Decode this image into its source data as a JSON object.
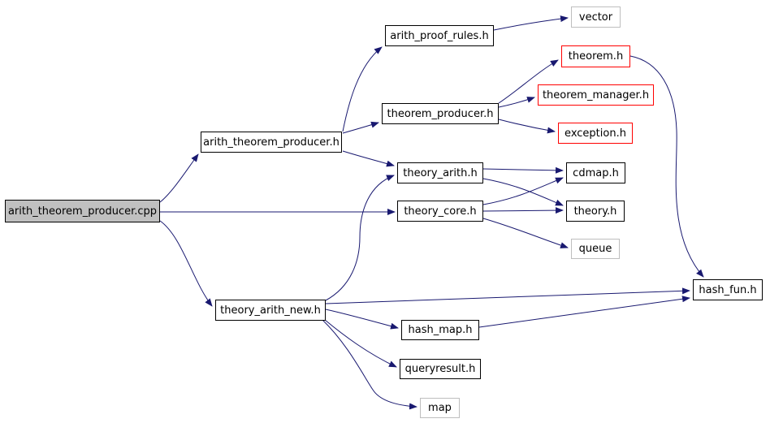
{
  "diagram": {
    "kind": "include-dependency-graph",
    "root_file": "arith_theorem_producer.cpp"
  },
  "colors": {
    "arrow": "#191970",
    "node_border": "#000000",
    "truncated_node_border": "#ff0000",
    "external_node_border": "#bebebe",
    "root_node_fill": "#c0c0c0",
    "background": "#ffffff",
    "text": "#000000"
  },
  "nodes": [
    {
      "id": "arith_theorem_producer_cpp",
      "label": "arith_theorem_producer.cpp",
      "kind": "root"
    },
    {
      "id": "arith_theorem_producer_h",
      "label": "arith_theorem_producer.h",
      "kind": "normal"
    },
    {
      "id": "arith_proof_rules_h",
      "label": "arith_proof_rules.h",
      "kind": "normal"
    },
    {
      "id": "vector",
      "label": "vector",
      "kind": "external"
    },
    {
      "id": "theorem_producer_h",
      "label": "theorem_producer.h",
      "kind": "normal"
    },
    {
      "id": "theorem_h",
      "label": "theorem.h",
      "kind": "truncated"
    },
    {
      "id": "theorem_manager_h",
      "label": "theorem_manager.h",
      "kind": "truncated"
    },
    {
      "id": "exception_h",
      "label": "exception.h",
      "kind": "truncated"
    },
    {
      "id": "theory_arith_h",
      "label": "theory_arith.h",
      "kind": "normal"
    },
    {
      "id": "cdmap_h",
      "label": "cdmap.h",
      "kind": "normal"
    },
    {
      "id": "theory_core_h",
      "label": "theory_core.h",
      "kind": "normal"
    },
    {
      "id": "theory_h",
      "label": "theory.h",
      "kind": "normal"
    },
    {
      "id": "queue",
      "label": "queue",
      "kind": "external"
    },
    {
      "id": "hash_fun_h",
      "label": "hash_fun.h",
      "kind": "normal"
    },
    {
      "id": "theory_arith_new_h",
      "label": "theory_arith_new.h",
      "kind": "normal"
    },
    {
      "id": "hash_map_h",
      "label": "hash_map.h",
      "kind": "normal"
    },
    {
      "id": "queryresult_h",
      "label": "queryresult.h",
      "kind": "normal"
    },
    {
      "id": "map",
      "label": "map",
      "kind": "external"
    }
  ],
  "edges": [
    {
      "from": "arith_theorem_producer_cpp",
      "to": "arith_theorem_producer_h"
    },
    {
      "from": "arith_theorem_producer_cpp",
      "to": "theory_core_h"
    },
    {
      "from": "arith_theorem_producer_cpp",
      "to": "theory_arith_new_h"
    },
    {
      "from": "arith_theorem_producer_h",
      "to": "arith_proof_rules_h"
    },
    {
      "from": "arith_theorem_producer_h",
      "to": "theorem_producer_h"
    },
    {
      "from": "arith_theorem_producer_h",
      "to": "theory_arith_h"
    },
    {
      "from": "arith_proof_rules_h",
      "to": "vector"
    },
    {
      "from": "theorem_producer_h",
      "to": "theorem_h"
    },
    {
      "from": "theorem_producer_h",
      "to": "theorem_manager_h"
    },
    {
      "from": "theorem_producer_h",
      "to": "exception_h"
    },
    {
      "from": "theorem_h",
      "to": "hash_fun_h"
    },
    {
      "from": "theory_arith_h",
      "to": "cdmap_h"
    },
    {
      "from": "theory_arith_h",
      "to": "theory_h"
    },
    {
      "from": "theory_core_h",
      "to": "cdmap_h"
    },
    {
      "from": "theory_core_h",
      "to": "theory_h"
    },
    {
      "from": "theory_core_h",
      "to": "queue"
    },
    {
      "from": "theory_arith_new_h",
      "to": "theory_arith_h"
    },
    {
      "from": "theory_arith_new_h",
      "to": "hash_fun_h"
    },
    {
      "from": "theory_arith_new_h",
      "to": "hash_map_h"
    },
    {
      "from": "theory_arith_new_h",
      "to": "queryresult_h"
    },
    {
      "from": "theory_arith_new_h",
      "to": "map"
    },
    {
      "from": "hash_map_h",
      "to": "hash_fun_h"
    }
  ]
}
